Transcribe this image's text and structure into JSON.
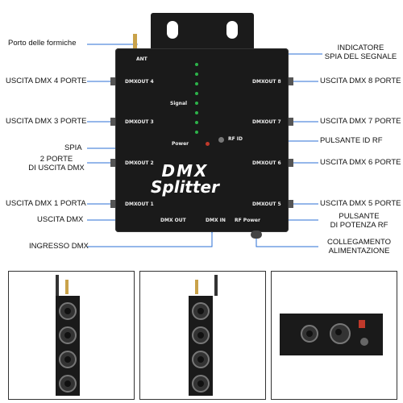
{
  "device": {
    "ant": "ANT",
    "signal": "Signal",
    "power": "Power",
    "rf_id": "RF ID",
    "dmx_out": "DMX OUT",
    "dmx_in": "DMX IN",
    "rf_power": "RF Power",
    "title_line1": "DMX",
    "title_line2": "Splitter",
    "ports_left": [
      "DMXOUT 4",
      "DMXOUT 3",
      "DMXOUT 2",
      "DMXOUT 1"
    ],
    "ports_right": [
      "DMXOUT 8",
      "DMXOUT 7",
      "DMXOUT 6",
      "DMXOUT 5"
    ]
  },
  "labels": {
    "antenna": "Porto delle formiche",
    "indicator": "INDICATORE\nSPIA DEL SEGNALE",
    "out4": "USCITA DMX 4 PORTE",
    "out8": "USCITA DMX 8 PORTE",
    "out3": "USCITA DMX 3 PORTE",
    "out7": "USCITA DMX 7 PORTE",
    "spia": "SPIA",
    "rf_id_button": "PULSANTE ID RF",
    "out2": "2 PORTE\nDI USCITA DMX",
    "out6": "USCITA DMX 6 PORTE",
    "out1": "USCITA DMX 1 PORTA",
    "out5": "USCITA DMX 5 PORTE",
    "dmx_out": "USCITA DMX",
    "rf_power_button": "PULSANTE\nDI POTENZA RF",
    "dmx_in": "INGRESSO DMX",
    "power_conn": "COLLEGAMENTO\nALIMENTAZIONE"
  },
  "colors": {
    "leader": "#2b6fd6",
    "device": "#1a1a1a",
    "led": "#2db34a"
  }
}
